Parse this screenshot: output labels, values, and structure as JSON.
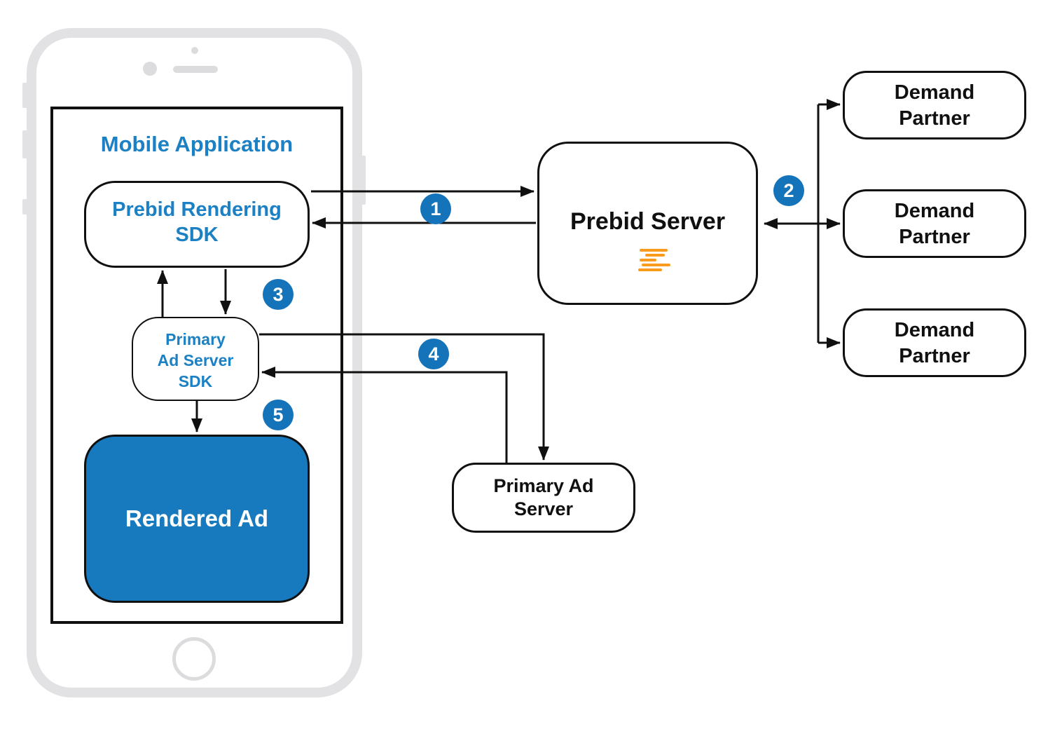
{
  "mobile_app": {
    "title": "Mobile Application"
  },
  "nodes": {
    "prebid_rendering_sdk": {
      "line1": "Prebid Rendering",
      "line2": "SDK"
    },
    "primary_ad_server_sdk": {
      "line1": "Primary",
      "line2": "Ad Server",
      "line3": "SDK"
    },
    "rendered_ad": {
      "label": "Rendered Ad"
    },
    "prebid_server": {
      "label": "Prebid Server"
    },
    "primary_ad_server": {
      "line1": "Primary Ad",
      "line2": "Server"
    },
    "demand_partner_1": {
      "line1": "Demand",
      "line2": "Partner"
    },
    "demand_partner_2": {
      "line1": "Demand",
      "line2": "Partner"
    },
    "demand_partner_3": {
      "line1": "Demand",
      "line2": "Partner"
    }
  },
  "steps": {
    "s1": "1",
    "s2": "2",
    "s3": "3",
    "s4": "4",
    "s5": "5"
  },
  "colors": {
    "accent_blue": "#1779BE",
    "badge_blue": "#1573B9",
    "text_blue": "#1B80C4",
    "logo_orange": "#F99B1C",
    "stroke_black": "#101010",
    "phone_gray": "#E2E2E5"
  }
}
